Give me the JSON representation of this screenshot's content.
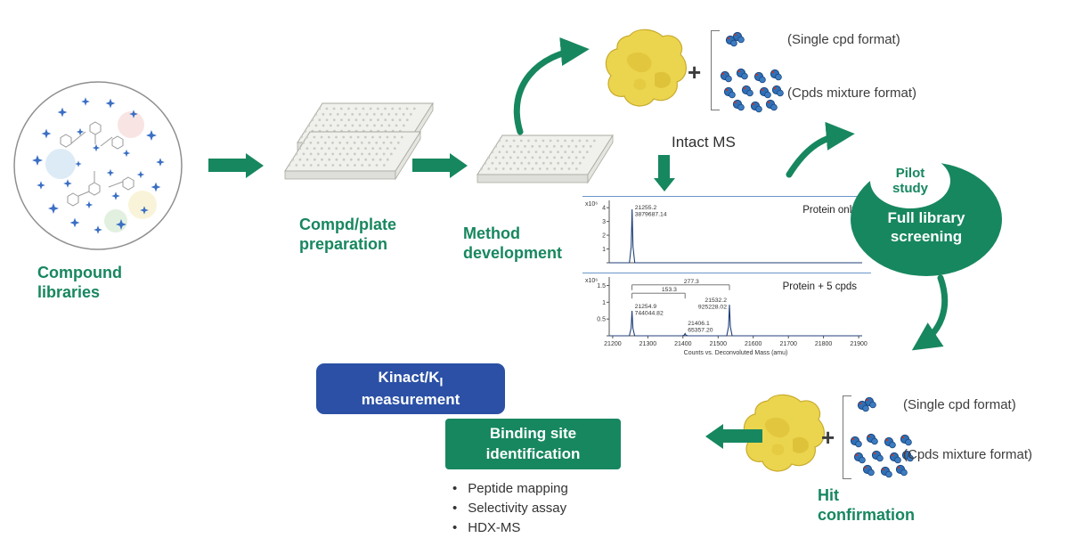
{
  "colors": {
    "green": "#17875f",
    "blue_box": "#2b50a5",
    "protein_yellow": "#ecd54e",
    "compound_blue": "#2f6fb5",
    "spectrum_frame_blue": "#6b96c8"
  },
  "stages": {
    "compound_libraries": "Compound\nlibraries",
    "compd_plate_preparation": "Compd/plate\npreparation",
    "method_development": "Method\ndevelopment",
    "intact_ms": "Intact MS",
    "pilot_study": "Pilot\nstudy",
    "full_library_screening": "Full library\nscreening",
    "hit_confirmation": "Hit\nconfirmation"
  },
  "formats": {
    "single_top": "(Single cpd format)",
    "mixture_top": "(Cpds mixture format)",
    "single_bottom": "(Single cpd format)",
    "mixture_bottom": "(Cpds mixture format)"
  },
  "plus": {
    "top": "+",
    "bottom": "+"
  },
  "boxes": {
    "kinact": {
      "line1_main": "Kinact/K",
      "line1_sub": "I",
      "line2": "measurement"
    },
    "binding_site": "Binding site\nidentification"
  },
  "bullets": [
    "Peptide mapping",
    "Selectivity assay",
    "HDX-MS"
  ],
  "chart_data": [
    {
      "type": "line",
      "title": "Protein only",
      "y_scale_label": "x10⁶",
      "x_range": [
        21190,
        21910
      ],
      "y_ticks": [
        0,
        1,
        2,
        3,
        4
      ],
      "y_max": 4.4,
      "grid": false,
      "peaks": [
        {
          "x": 21255.2,
          "intensity": 3879687.14,
          "label": "21255.2",
          "sublabel": "3879687.14"
        }
      ]
    },
    {
      "type": "line",
      "title": "Protein + 5 cpds",
      "y_scale_label": "x10⁶",
      "x_range": [
        21190,
        21910
      ],
      "y_ticks": [
        0,
        0.5,
        1,
        1.5
      ],
      "y_max": 1.7,
      "grid": false,
      "x_ticks": [
        21200,
        21300,
        21400,
        21500,
        21600,
        21700,
        21800,
        21900
      ],
      "xlabel": "Counts vs. Deconvoluted Mass (amu)",
      "peaks": [
        {
          "x": 21254.9,
          "intensity": 744044.82,
          "label": "21254.9",
          "sublabel": "744044.82"
        },
        {
          "x": 21406.1,
          "intensity": 65357.2,
          "label": "21406.1",
          "sublabel": "65357.20",
          "align": "start"
        },
        {
          "x": 21532.2,
          "intensity": 925228.02,
          "label": "21532.2",
          "sublabel": "925228.02",
          "align": "end"
        }
      ],
      "deltas": [
        {
          "label": "277.3",
          "from": 21254.9,
          "to": 21532.2,
          "y": 1.52
        },
        {
          "label": "153.3",
          "from": 21254.9,
          "to": 21406.1,
          "y": 1.27
        }
      ]
    }
  ]
}
